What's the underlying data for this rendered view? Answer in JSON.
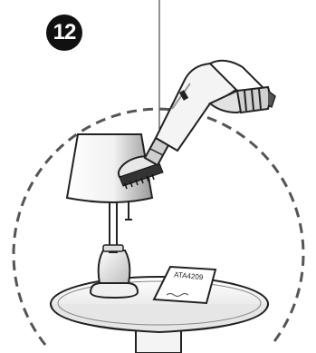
{
  "step": {
    "number": "12"
  },
  "tag": {
    "code": "ATA4209"
  },
  "icons": [
    "step-number-badge",
    "handheld-vacuum-icon",
    "dusting-brush-icon",
    "table-lamp-icon",
    "side-table-icon",
    "label-card-icon"
  ]
}
